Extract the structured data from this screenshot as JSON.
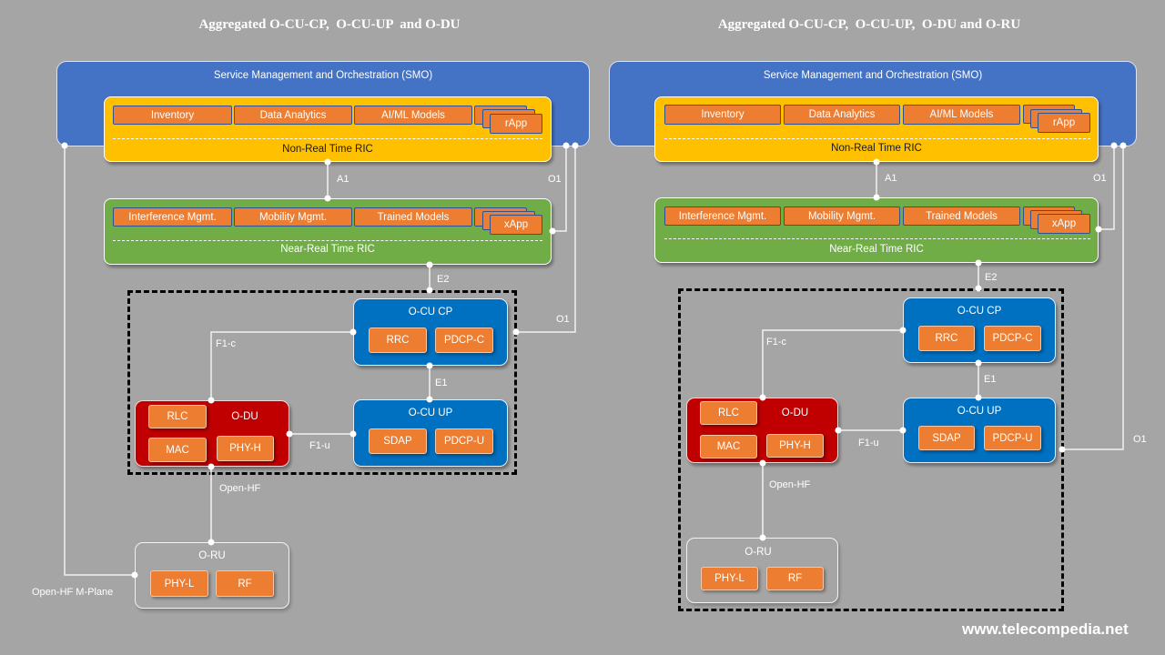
{
  "panels": [
    {
      "title": "Aggregated O-CU-CP,  O-CU-UP  and O-DU",
      "smo": {
        "label": "Service Management and Orchestration (SMO)"
      },
      "non_rt_ric": {
        "label": "Non-Real Time RIC",
        "modules": [
          "Inventory",
          "Data Analytics",
          "AI/ML Models"
        ],
        "app": "rApp"
      },
      "near_rt_ric": {
        "label": "Near-Real Time RIC",
        "modules": [
          "Interference Mgmt.",
          "Mobility Mgmt.",
          "Trained Models"
        ],
        "app": "xApp"
      },
      "o_cu_cp": {
        "label": "O-CU CP",
        "modules": [
          "RRC",
          "PDCP-C"
        ]
      },
      "o_cu_up": {
        "label": "O-CU UP",
        "modules": [
          "SDAP",
          "PDCP-U"
        ]
      },
      "o_du": {
        "label": "O-DU",
        "modules": [
          "RLC",
          "MAC",
          "PHY-H"
        ]
      },
      "o_ru": {
        "label": "O-RU",
        "modules": [
          "PHY-L",
          "RF"
        ]
      },
      "interfaces": {
        "a1": "A1",
        "o1_ric": "O1",
        "o1_cu": "O1",
        "e2": "E2",
        "e1": "E1",
        "f1c": "F1-c",
        "f1u": "F1-u",
        "open_hf": "Open-HF",
        "open_hf_mplane": "Open-HF M-Plane"
      }
    },
    {
      "title": "Aggregated O-CU-CP,  O-CU-UP,  O-DU and O-RU",
      "smo": {
        "label": "Service Management and Orchestration (SMO)"
      },
      "non_rt_ric": {
        "label": "Non-Real Time RIC",
        "modules": [
          "Inventory",
          "Data Analytics",
          "AI/ML Models"
        ],
        "app": "rApp"
      },
      "near_rt_ric": {
        "label": "Near-Real Time RIC",
        "modules": [
          "Interference Mgmt.",
          "Mobility Mgmt.",
          "Trained Models"
        ],
        "app": "xApp"
      },
      "o_cu_cp": {
        "label": "O-CU CP",
        "modules": [
          "RRC",
          "PDCP-C"
        ]
      },
      "o_cu_up": {
        "label": "O-CU UP",
        "modules": [
          "SDAP",
          "PDCP-U"
        ]
      },
      "o_du": {
        "label": "O-DU",
        "modules": [
          "RLC",
          "MAC",
          "PHY-H"
        ]
      },
      "o_ru": {
        "label": "O-RU",
        "modules": [
          "PHY-L",
          "RF"
        ]
      },
      "interfaces": {
        "a1": "A1",
        "o1_ric": "O1",
        "o1_cu": "O1",
        "e2": "E2",
        "e1": "E1",
        "f1c": "F1-c",
        "f1u": "F1-u",
        "open_hf": "Open-HF"
      }
    }
  ],
  "watermark": "www.telecompedia.net",
  "colors": {
    "background": "#a5a5a5",
    "smo": "#4472c4",
    "non_rt_ric": "#ffc000",
    "near_rt_ric": "#70ad47",
    "module": "#ed7d31",
    "o_cu": "#0070c0",
    "o_du": "#c00000",
    "connector": "#f2f2f2"
  }
}
